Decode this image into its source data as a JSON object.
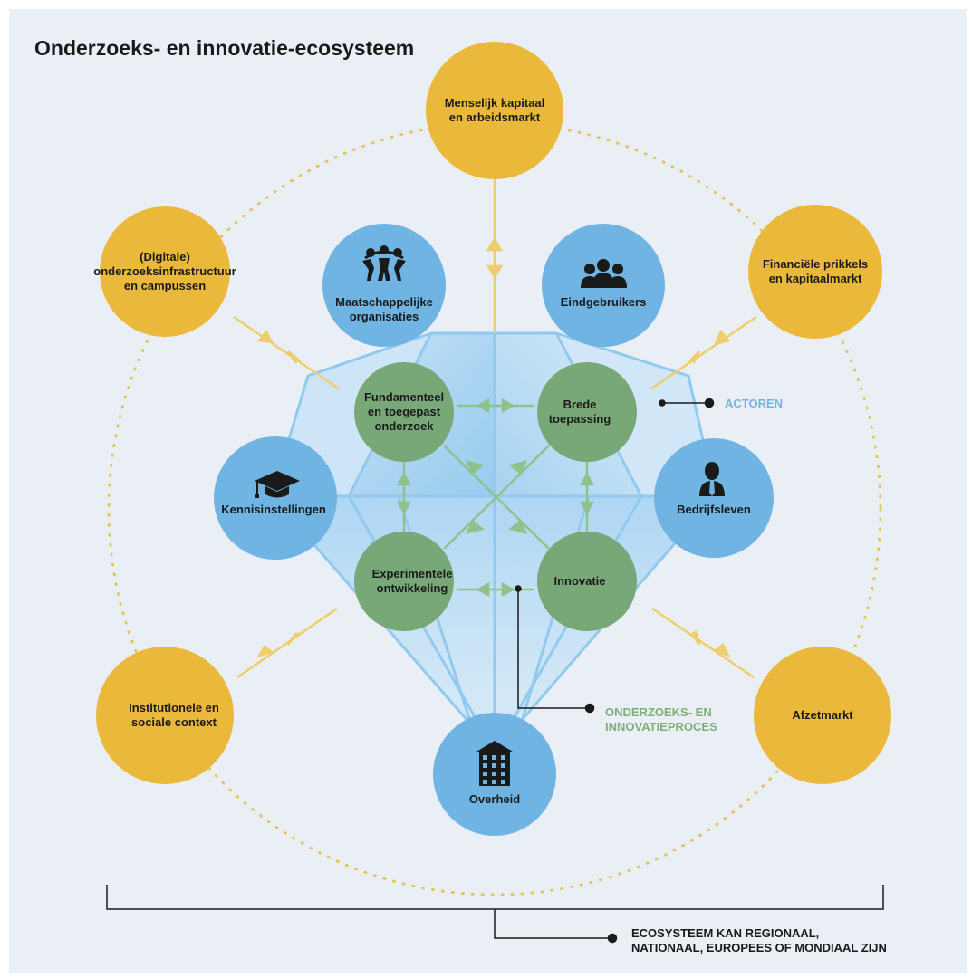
{
  "title": "Onderzoeks- en innovatie-ecosysteem",
  "colors": {
    "panel": "#e9eff4",
    "yellow": "#eab93c",
    "blue": "#6fb4e3",
    "green": "#79a878",
    "connector": "#eecd6c",
    "green_arrow": "#8fc28a"
  },
  "context_factors": [
    {
      "name": "Menselijk kapitaal\nen arbeidsmarkt"
    },
    {
      "name": "(Digitale)\nonderzoeksinfrastructuur\nen campussen"
    },
    {
      "name": "Financiële prikkels\nen kapitaalmarkt"
    },
    {
      "name": "Institutionele en\nsociale context"
    },
    {
      "name": "Afzetmarkt"
    }
  ],
  "actors": [
    {
      "name": "Maatschappelijke\norganisaties",
      "icon": "people-group-icon"
    },
    {
      "name": "Eindgebruikers",
      "icon": "users-icon"
    },
    {
      "name": "Kennisinstellingen",
      "icon": "graduation-cap-icon"
    },
    {
      "name": "Bedrijfsleven",
      "icon": "businessman-icon"
    },
    {
      "name": "Overheid",
      "icon": "government-building-icon"
    }
  ],
  "process_steps": [
    {
      "name": "Fundamenteel\nen toegepast\nonderzoek"
    },
    {
      "name": "Brede\ntoepassing"
    },
    {
      "name": "Experimentele\nontwikkeling"
    },
    {
      "name": "Innovatie"
    }
  ],
  "legend": {
    "actoren": "ACTOREN",
    "proces": "ONDERZOEKS- EN\nINNOVATIEPROCES",
    "ecosysteem": "ECOSYSTEEM KAN REGIONAAL,\nNATIONAAL, EUROPEES OF MONDIAAL ZIJN"
  }
}
